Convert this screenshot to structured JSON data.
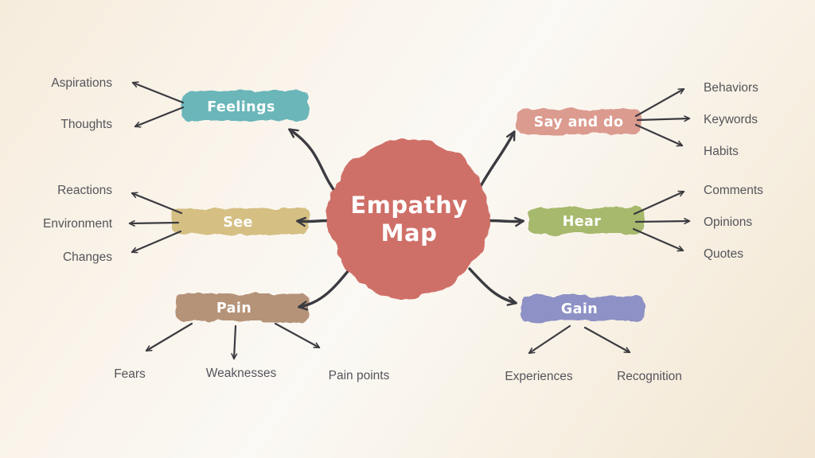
{
  "title": "Empathy Map",
  "center": {
    "lines": [
      "Empathy",
      "Map"
    ],
    "color": "#cf6f67",
    "text_color": "#ffffff"
  },
  "style": {
    "arrow_color": "#3b3b41",
    "label_color": "#54545b",
    "background_from": "#f6ecdc",
    "background_mid": "#fbf9f5",
    "background_to": "#f2e6d2"
  },
  "branches": [
    {
      "id": "feelings",
      "label": "Feelings",
      "color": "#6ab6b9",
      "side": "top-left",
      "children": [
        "Aspirations",
        "Thoughts"
      ]
    },
    {
      "id": "see",
      "label": "See",
      "color": "#d5bf83",
      "side": "middle-left",
      "children": [
        "Reactions",
        "Environment",
        "Changes"
      ]
    },
    {
      "id": "pain",
      "label": "Pain",
      "color": "#b59379",
      "side": "bottom-left",
      "children": [
        "Fears",
        "Weaknesses",
        "Pain points"
      ]
    },
    {
      "id": "say-and-do",
      "label": "Say and do",
      "color": "#dc9b8f",
      "side": "top-right",
      "children": [
        "Behaviors",
        "Keywords",
        "Habits"
      ]
    },
    {
      "id": "hear",
      "label": "Hear",
      "color": "#a7b96d",
      "side": "middle-right",
      "children": [
        "Comments",
        "Opinions",
        "Quotes"
      ]
    },
    {
      "id": "gain",
      "label": "Gain",
      "color": "#8d91c5",
      "side": "bottom-right",
      "children": [
        "Experiences",
        "Recognition"
      ]
    }
  ]
}
